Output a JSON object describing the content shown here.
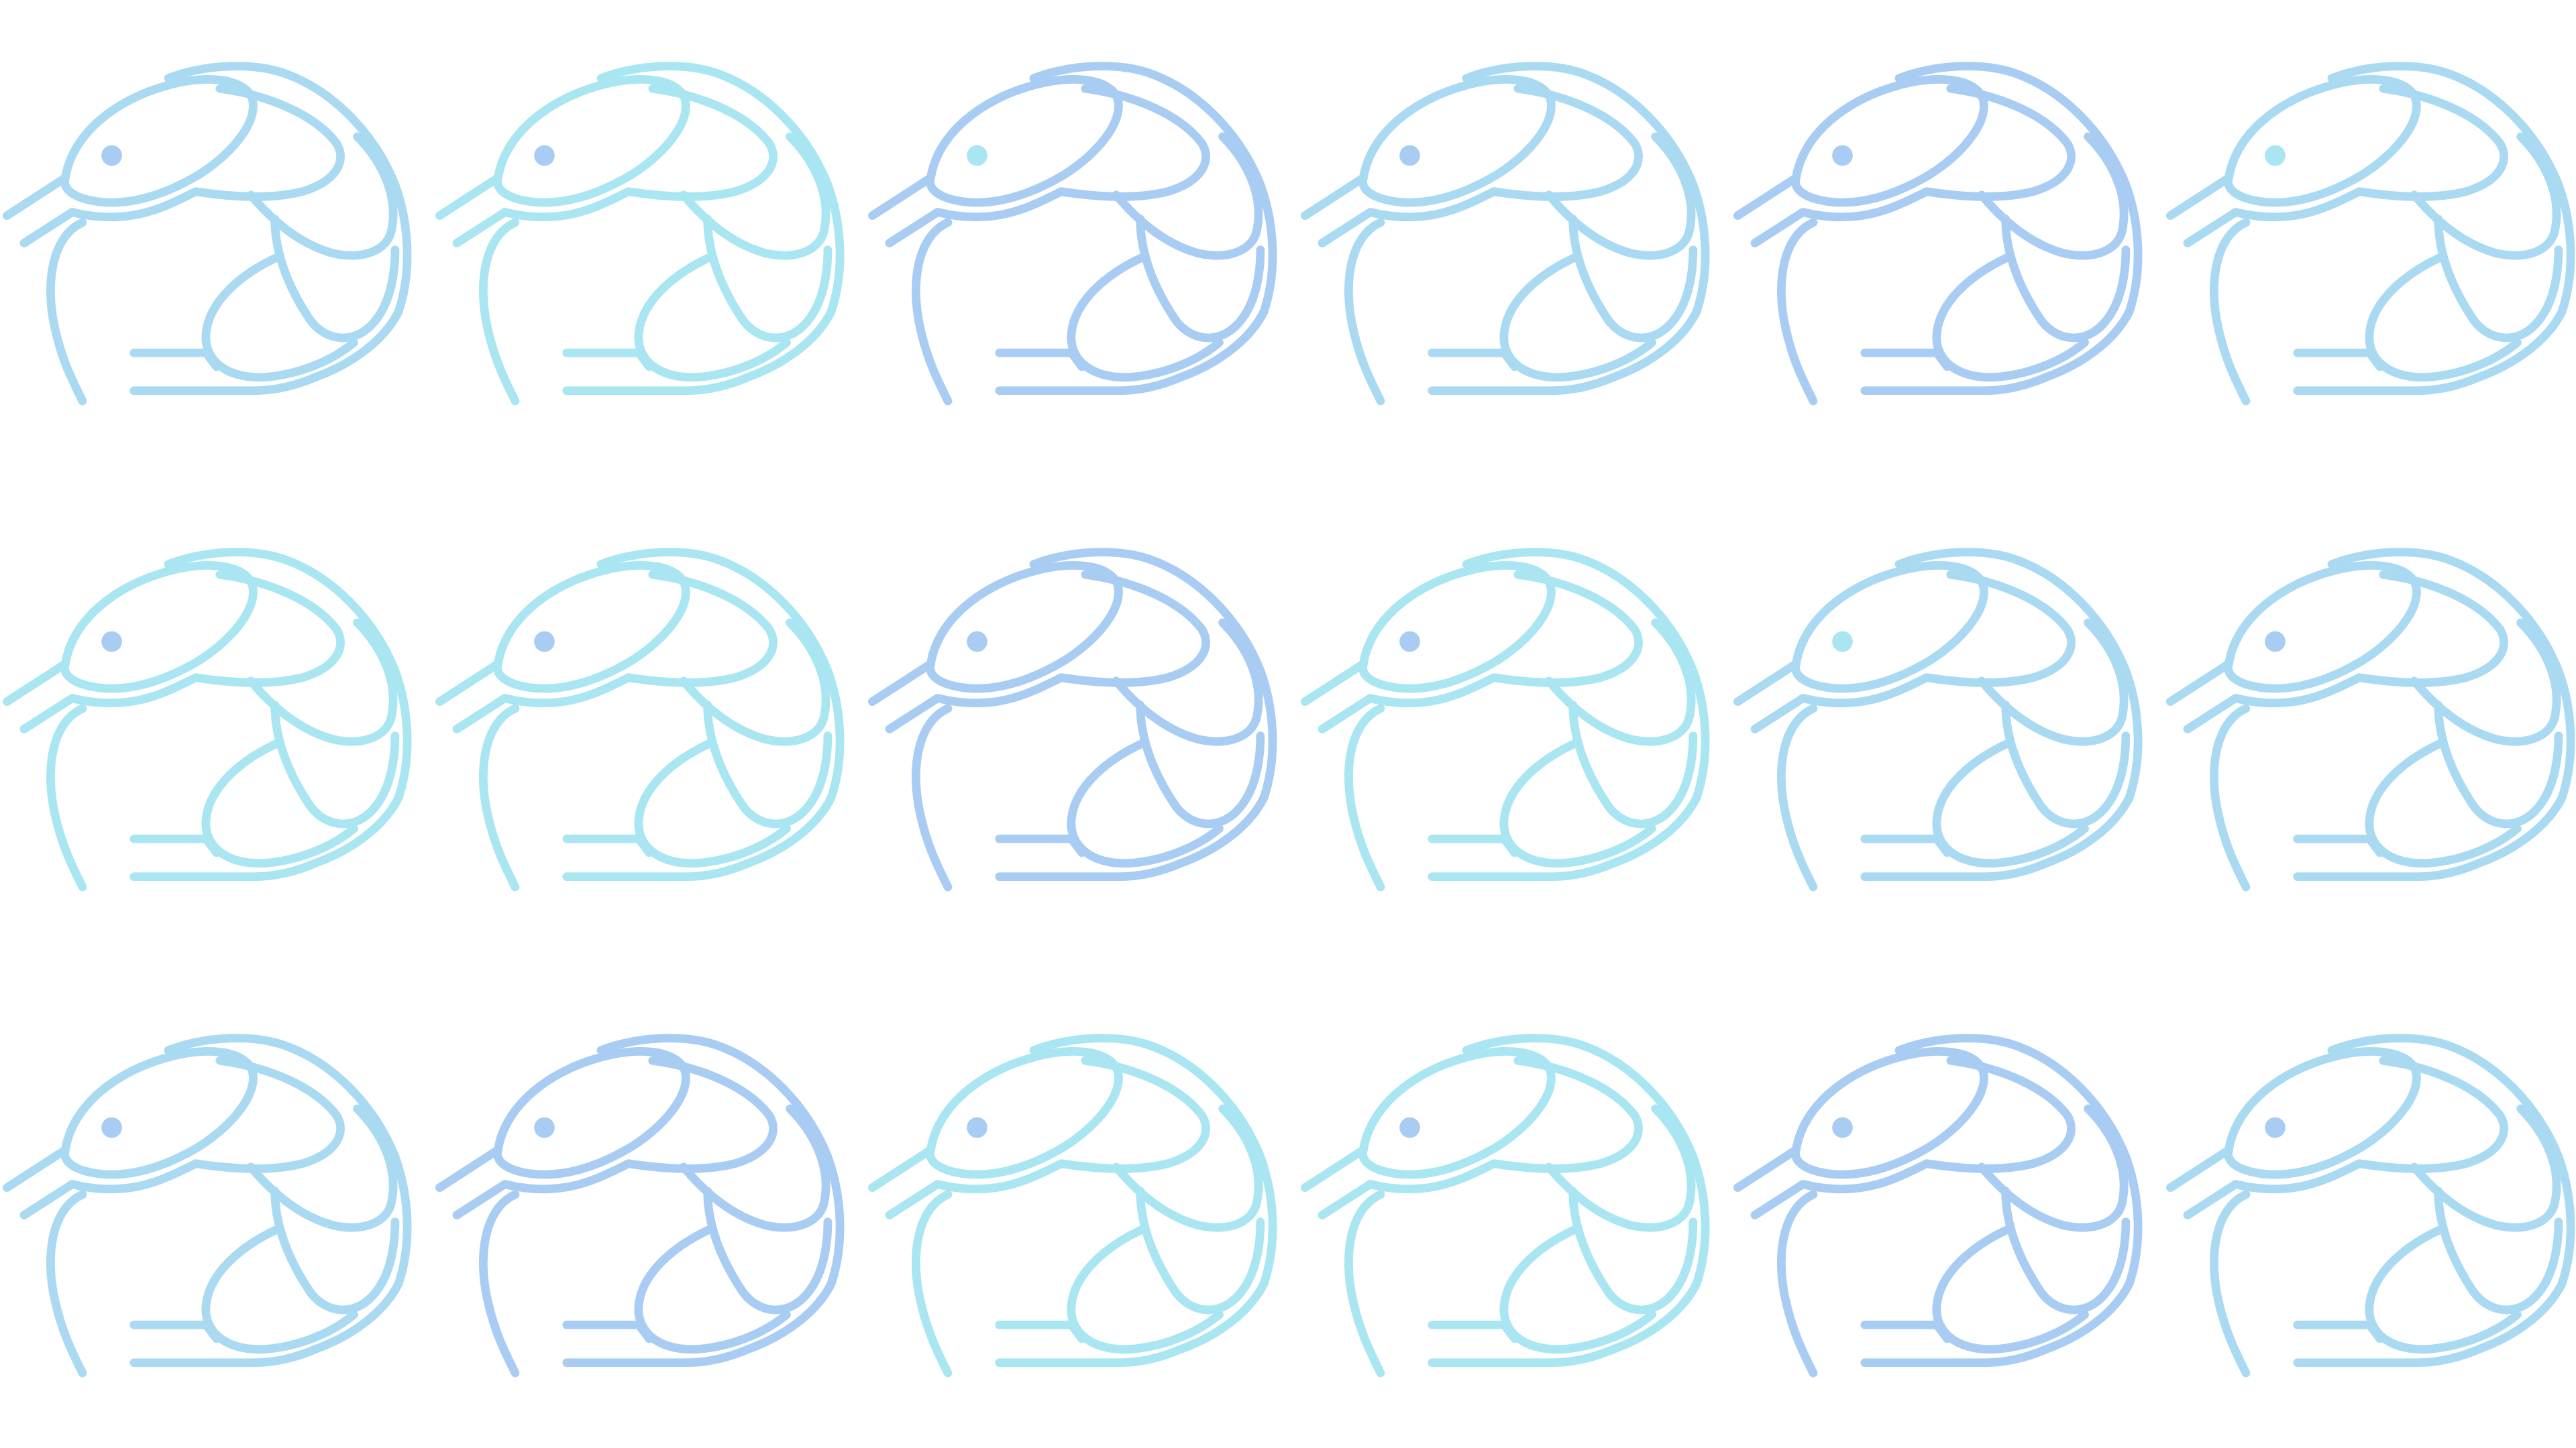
{
  "pattern": {
    "rows": 3,
    "columns": 6,
    "background": "#ffffff",
    "icon": "shrimp-icon",
    "colors": {
      "sky": "#aadaf2",
      "periwinkle": "#a9cdf2",
      "aqua": "#a9e6f2"
    },
    "tiles": [
      [
        "sky",
        "aqua",
        "periwinkle",
        "sky",
        "periwinkle",
        "sky"
      ],
      [
        "aqua",
        "aqua",
        "periwinkle",
        "aqua",
        "sky",
        "sky"
      ],
      [
        "sky",
        "periwinkle",
        "aqua",
        "aqua",
        "periwinkle",
        "sky"
      ]
    ],
    "eye_colors": [
      [
        "periwinkle",
        "periwinkle",
        "aqua",
        "periwinkle",
        "periwinkle",
        "aqua"
      ],
      [
        "periwinkle",
        "periwinkle",
        "periwinkle",
        "periwinkle",
        "aqua",
        "periwinkle"
      ],
      [
        "periwinkle",
        "periwinkle",
        "periwinkle",
        "periwinkle",
        "periwinkle",
        "periwinkle"
      ]
    ]
  }
}
